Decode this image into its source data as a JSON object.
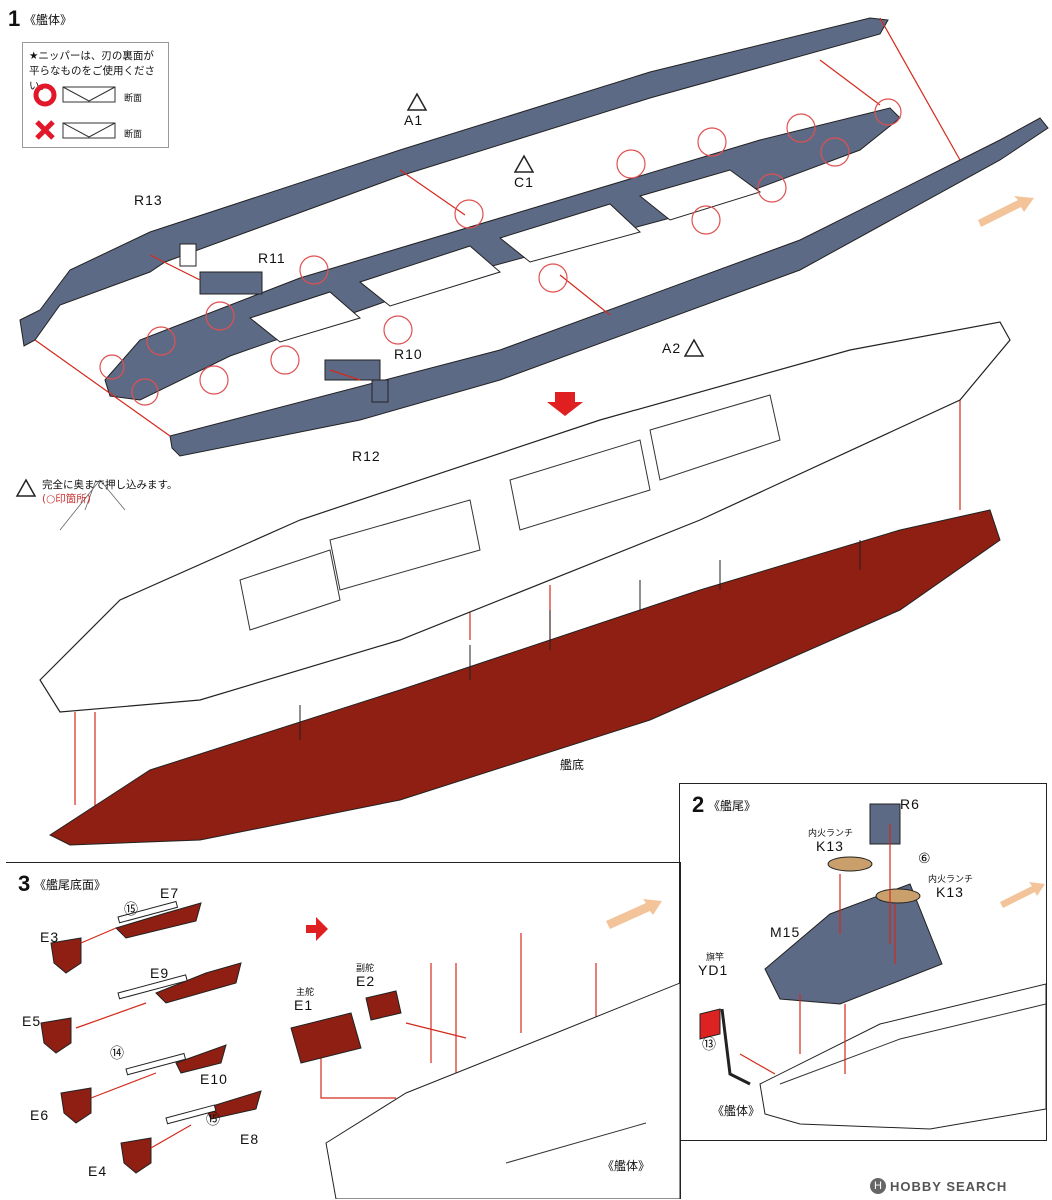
{
  "step1": {
    "number": "1",
    "title": "《艦体》",
    "note_lines": [
      "★ニッパーは、刃の裏面が",
      "平らなものをご使用ください。"
    ],
    "ok_caption": "断面",
    "ng_caption": "断面",
    "push_note_line1": "完全に奥まで押し込みます。",
    "push_note_line2": "(○印箇所)",
    "parts": {
      "a1": "A1",
      "c1": "C1",
      "a2": "A2",
      "r13": "R13",
      "r11": "R11",
      "r10": "R10",
      "r12": "R12"
    },
    "hull_bottom_label": "艦底"
  },
  "step2": {
    "number": "2",
    "title": "《艦尾》",
    "parts": {
      "r6": "R6",
      "k13a_sub": "内火ランチ",
      "k13a": "K13",
      "k13b_sub": "内火ランチ",
      "k13b": "K13",
      "m15": "M15",
      "yd1_sub": "旗竿",
      "yd1": "YD1",
      "six": "⑥",
      "thirteen": "⑬"
    },
    "hull_label": "《艦体》"
  },
  "step3": {
    "number": "3",
    "title": "《艦尾底面》",
    "parts": {
      "e7": "E7",
      "e3": "E3",
      "e9": "E9",
      "e5": "E5",
      "e10": "E10",
      "e6": "E6",
      "e8": "E8",
      "e4": "E4",
      "fifteen_a": "⑮",
      "fourteen": "⑭",
      "fifteen_b": "⑮",
      "e1_sub": "主舵",
      "e1": "E1",
      "e2_sub": "副舵",
      "e2": "E2"
    },
    "hull_label": "《艦体》"
  },
  "watermark": "HOBBY SEARCH",
  "colors": {
    "gray_part": "#5d6a86",
    "red_hull": "#8e1f12",
    "arrow": "#d42a1c",
    "dir_arrow": "#f3c49a"
  }
}
